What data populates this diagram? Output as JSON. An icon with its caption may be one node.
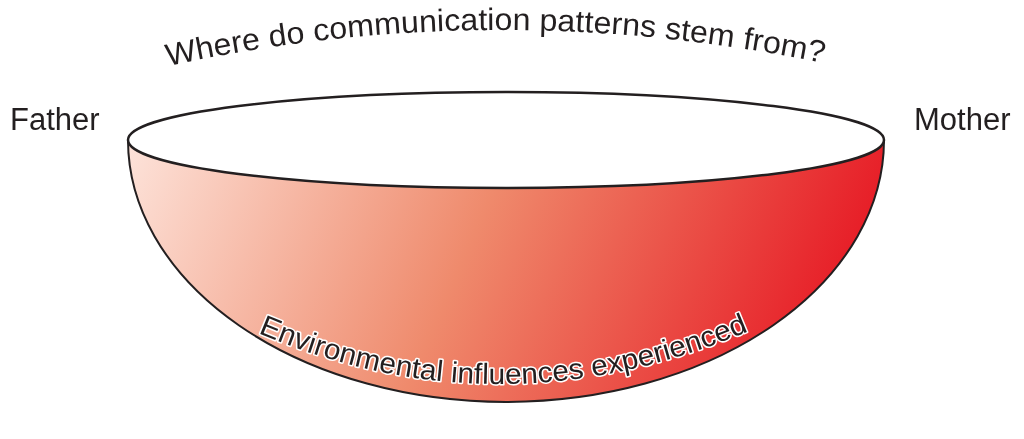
{
  "diagram": {
    "labels": [
      "Where do communication patterns stem from?",
      "Father",
      "Mother",
      "Environmental influences experienced"
    ]
  }
}
